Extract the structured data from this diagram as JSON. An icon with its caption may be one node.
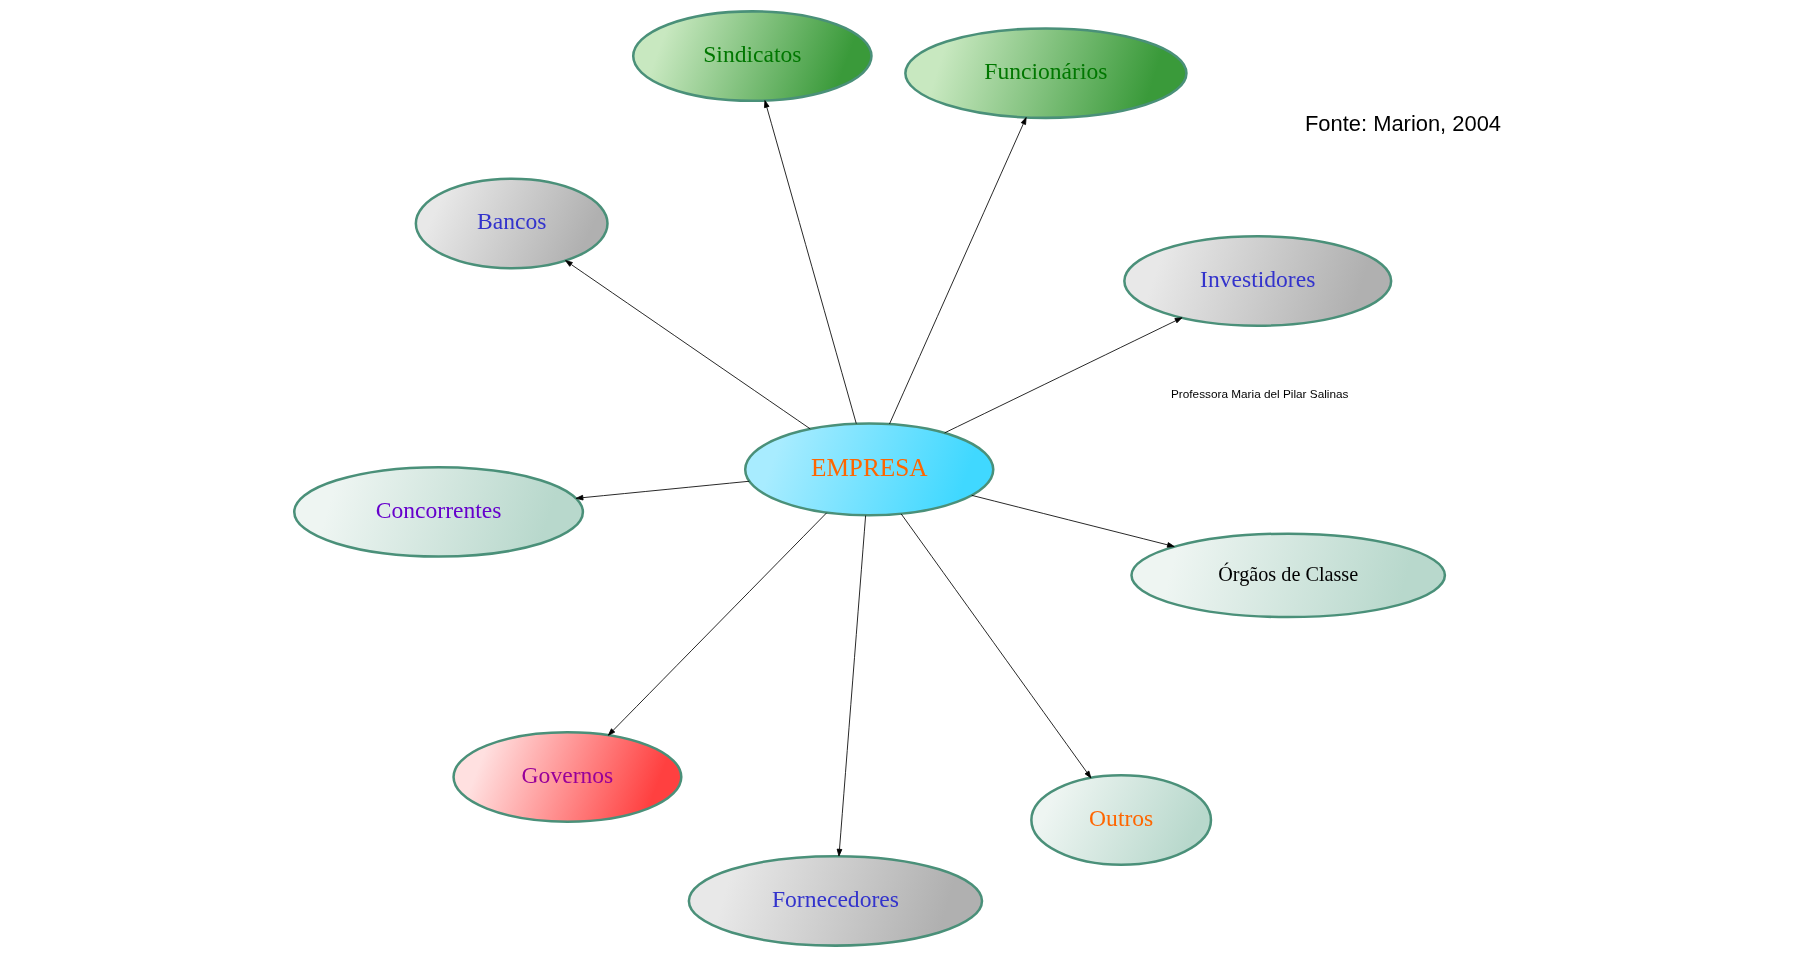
{
  "diagram": {
    "nodes": [
      {
        "text": [
          "EMPRESA"
        ]
      },
      {
        "text": [
          "Investidores"
        ]
      },
      {
        "text": [
          "Fornecedores"
        ]
      },
      {
        "text": [
          "Bancos"
        ]
      },
      {
        "text": [
          "Funcionários"
        ]
      },
      {
        "text": [
          "Sindicatos"
        ]
      },
      {
        "text": [
          "Concorrentes"
        ]
      },
      {
        "text": [
          "Órgãos de Classe"
        ]
      },
      {
        "text": [
          "Governos"
        ]
      },
      {
        "text": [
          "Outros"
        ]
      }
    ],
    "edges": [
      {
        "from": 0,
        "to": 1,
        "arrow": "to"
      },
      {
        "from": 0,
        "to": 2,
        "arrow": "to"
      },
      {
        "from": 0,
        "to": 3,
        "arrow": "to"
      },
      {
        "from": 0,
        "to": 4,
        "arrow": "to"
      },
      {
        "from": 0,
        "to": 5,
        "arrow": "to"
      },
      {
        "from": 0,
        "to": 6,
        "arrow": "to"
      },
      {
        "from": 0,
        "to": 7,
        "arrow": "to"
      },
      {
        "from": 0,
        "to": 8,
        "arrow": "to"
      },
      {
        "from": 0,
        "to": 9,
        "arrow": "to"
      }
    ],
    "labels": [
      "Fonte: Marion, 2004",
      "Professora Maria del Pilar Salinas"
    ]
  }
}
